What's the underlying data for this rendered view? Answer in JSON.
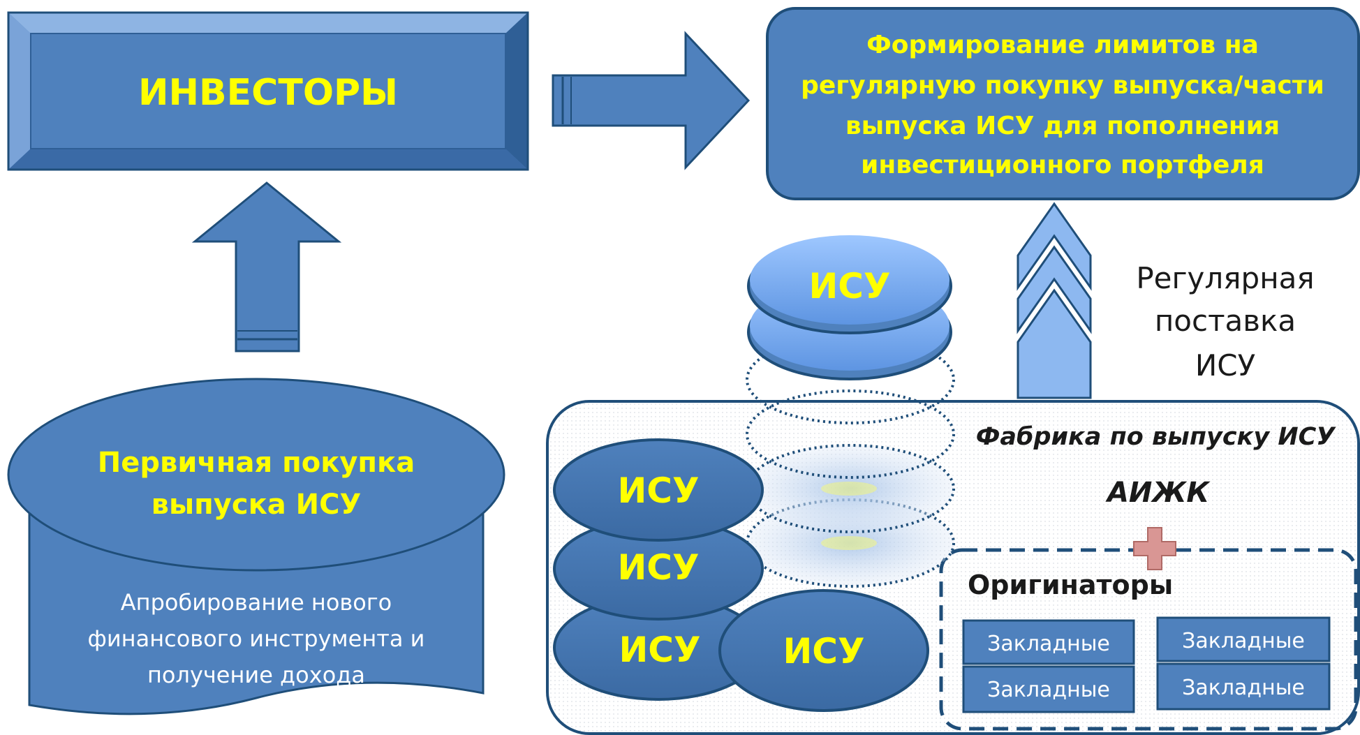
{
  "investors": {
    "label": "ИНВЕСТОРЫ"
  },
  "limits": {
    "lines": [
      "Формирование лимитов на",
      "регулярную покупку выпуска/части",
      "выпуска ИСУ для пополнения",
      "инвестиционного портфеля"
    ]
  },
  "primary": {
    "title_lines": [
      "Первичная покупка",
      "выпуска ИСУ"
    ],
    "note_lines": [
      "Апробирование нового",
      "финансового инструмента и",
      "получение дохода"
    ]
  },
  "supply": {
    "lines": [
      "Регулярная",
      "поставка",
      "ИСУ"
    ]
  },
  "factory": {
    "title": "Фабрика по выпуску ИСУ",
    "org": "АИЖК",
    "originators": "Оригинаторы",
    "mortgage_label": "Закладные"
  },
  "coin_label": "ИСУ",
  "colors": {
    "box_blue": "#4f81bd",
    "box_border": "#1f4e79",
    "highlight": "#ffff00",
    "light_blue": "#8db8f0",
    "plus": "#d99694"
  }
}
